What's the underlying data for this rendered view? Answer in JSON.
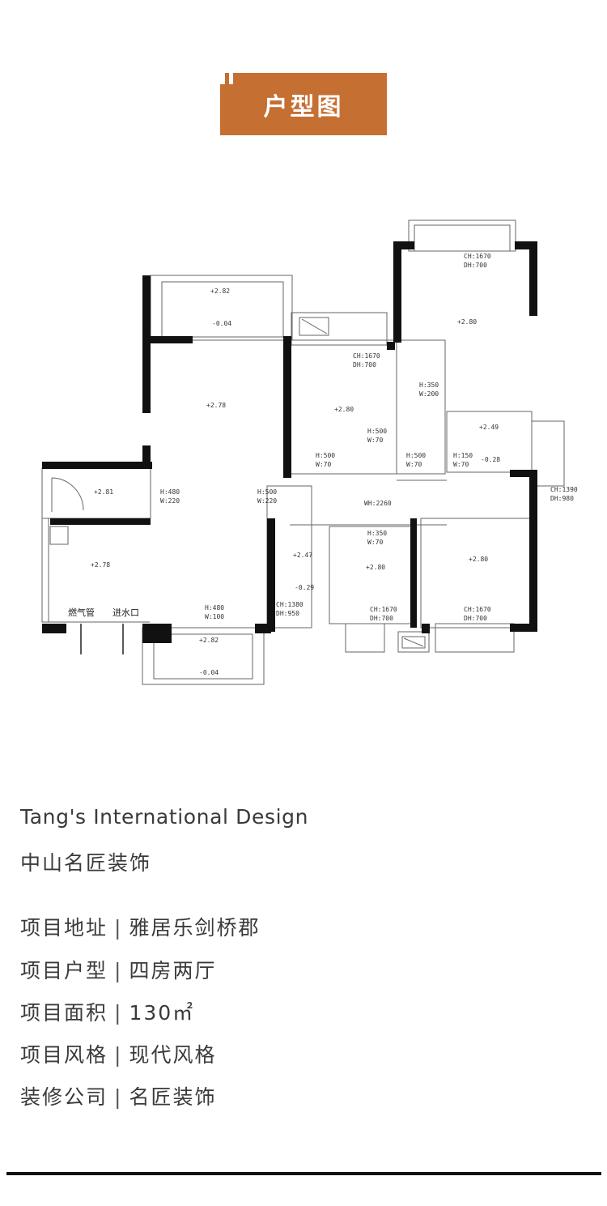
{
  "header": {
    "title": "户型图",
    "color": "#c66f32"
  },
  "plan": {
    "levels": [
      "+2.82",
      "-0.04",
      "+2.78",
      "+2.80",
      "+2.80",
      "+2.49",
      "-0.28",
      "+2.81",
      "+2.78",
      "+2.47",
      "-0.29",
      "+2.80",
      "+2.80",
      "+2.82",
      "-0.04"
    ],
    "openings": [
      "CH:1670",
      "DH:700",
      "CH:1670",
      "DH:700",
      "H:350",
      "W:200",
      "H:500",
      "W:70",
      "H:500",
      "W:70",
      "H:500",
      "W:70",
      "H:150",
      "W:70",
      "CH:1390",
      "DH:980",
      "H:480",
      "W:220",
      "H:500",
      "W:220",
      "WH:2260",
      "H:350",
      "W:70",
      "CH:1380",
      "DH:950",
      "CH:1670",
      "DH:700",
      "CH:1670",
      "DH:700",
      "H:480",
      "W:100"
    ],
    "notes": {
      "gas": "燃气管",
      "water": "进水口"
    }
  },
  "brand": "Tang's International Design",
  "company": "中山名匠装饰",
  "details": [
    {
      "label": "项目地址",
      "value": "雅居乐剑桥郡"
    },
    {
      "label": "项目户型",
      "value": "四房两厅"
    },
    {
      "label": "项目面积",
      "value": "130㎡"
    },
    {
      "label": "项目风格",
      "value": "现代风格"
    },
    {
      "label": "装修公司",
      "value": "名匠装饰"
    }
  ],
  "separator": "|"
}
